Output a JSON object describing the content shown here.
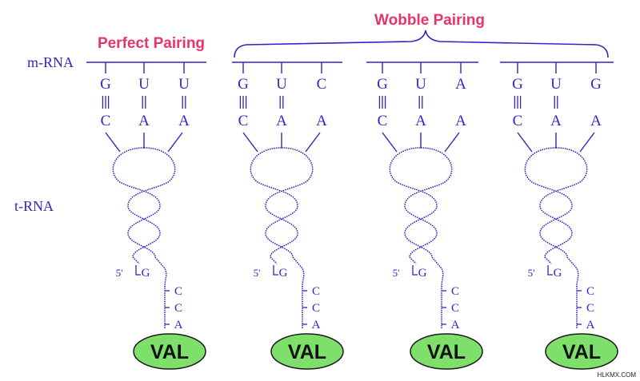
{
  "labels": {
    "perfect": "Perfect Pairing",
    "wobble": "Wobble Pairing",
    "mrna": "m-RNA",
    "trna": "t-RNA",
    "five_prime": "5'",
    "watermark": "HLKMX.COM"
  },
  "colors": {
    "ink": "#3a1fc4",
    "header": "#e8336e",
    "val_fill": "#7ee06a",
    "val_stroke": "#1a1a1a"
  },
  "units": [
    {
      "mrna": [
        "G",
        "U",
        "U"
      ],
      "trna": [
        "C",
        "A",
        "A"
      ],
      "bonds": [
        "triple",
        "double",
        "double"
      ],
      "g": "G",
      "tail": [
        "C",
        "C",
        "A"
      ],
      "aa": "VAL"
    },
    {
      "mrna": [
        "G",
        "U",
        "C"
      ],
      "trna": [
        "C",
        "A",
        "A"
      ],
      "bonds": [
        "triple",
        "double",
        "none"
      ],
      "g": "G",
      "tail": [
        "C",
        "C",
        "A"
      ],
      "aa": "VAL"
    },
    {
      "mrna": [
        "G",
        "U",
        "A"
      ],
      "trna": [
        "C",
        "A",
        "A"
      ],
      "bonds": [
        "triple",
        "double",
        "none"
      ],
      "g": "G",
      "tail": [
        "C",
        "C",
        "A"
      ],
      "aa": "VAL"
    },
    {
      "mrna": [
        "G",
        "U",
        "G"
      ],
      "trna": [
        "C",
        "A",
        "A"
      ],
      "bonds": [
        "triple",
        "double",
        "none"
      ],
      "g": "G",
      "tail": [
        "C",
        "C",
        "A"
      ],
      "aa": "VAL"
    }
  ]
}
